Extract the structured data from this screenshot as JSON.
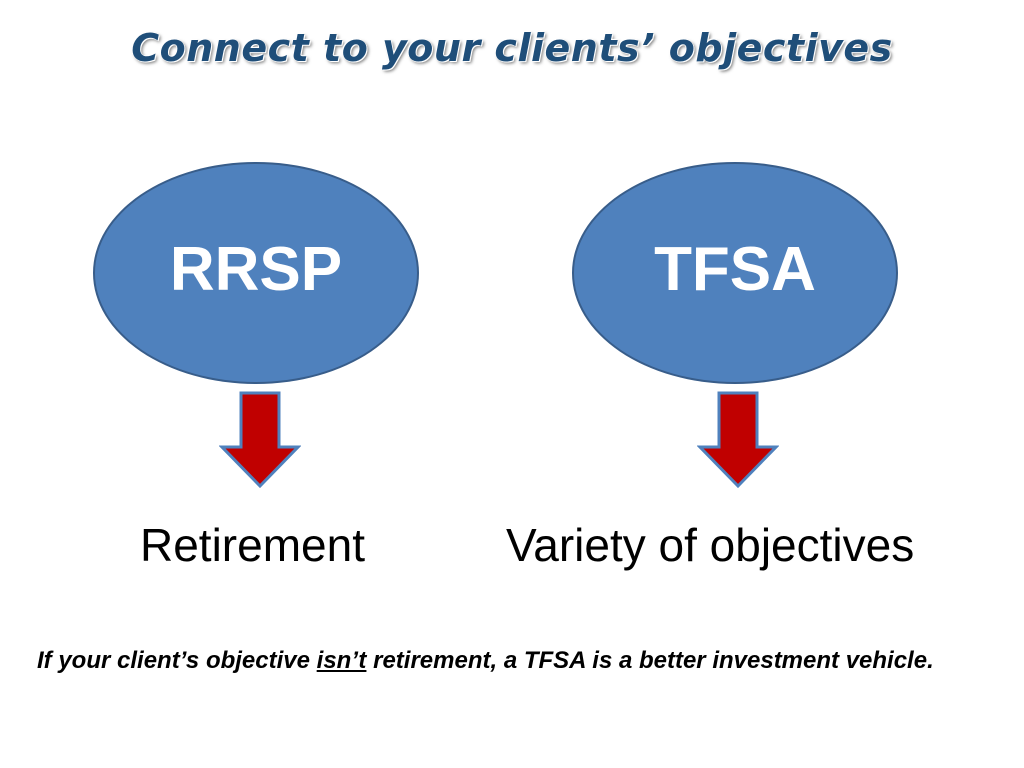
{
  "slide": {
    "title": "Connect to your clients’ objectives",
    "left_node": {
      "label": "RRSP",
      "outcome": "Retirement"
    },
    "right_node": {
      "label": "TFSA",
      "outcome": "Variety of objectives"
    },
    "note": {
      "before": "If your client’s objective ",
      "emphasis": "isn’t",
      "after": " retirement, a TFSA is a better investment vehicle."
    }
  },
  "colors": {
    "title": "#1f4e79",
    "oval_fill": "#4f81bd",
    "oval_border": "#385d8a",
    "arrow_fill": "#c00000",
    "arrow_border": "#4f81bd"
  }
}
